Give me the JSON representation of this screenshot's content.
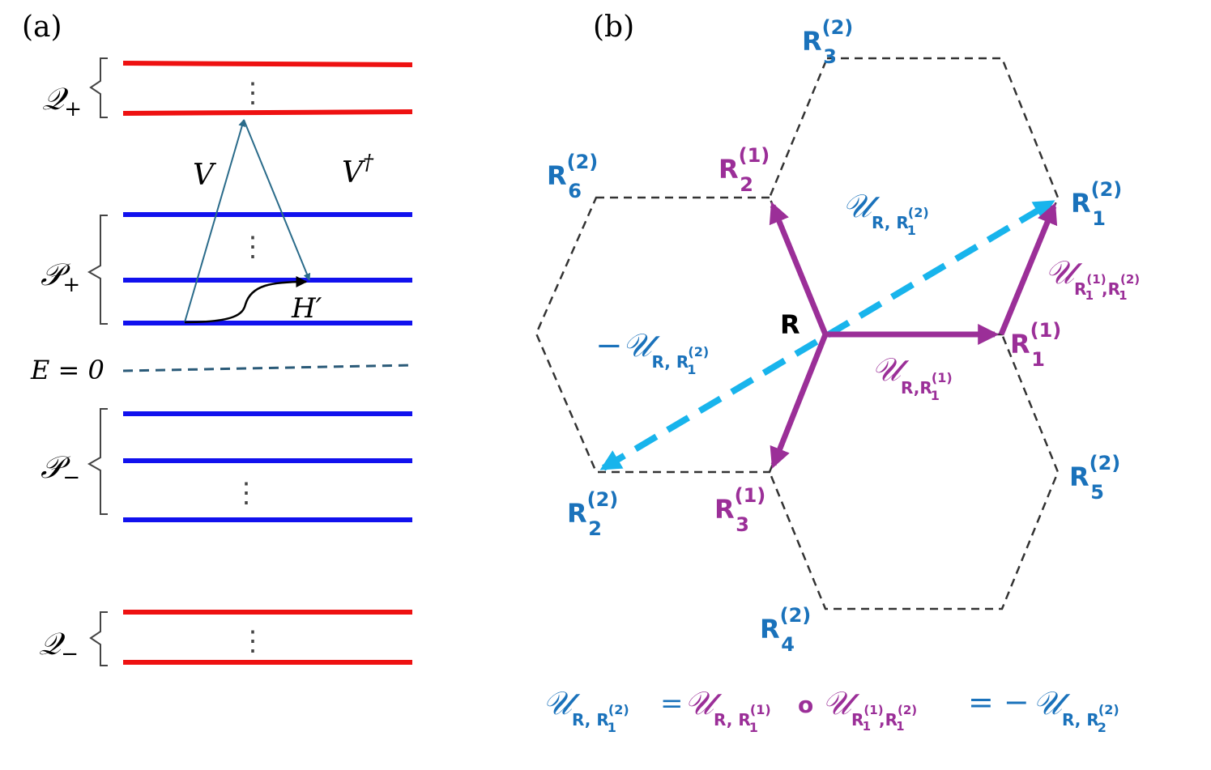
{
  "colors": {
    "red_level": "#ee1111",
    "blue_level": "#1111ee",
    "zero_line": "#2a5a78",
    "transition_arrow": "#2a6b8a",
    "purple": "#9b2f98",
    "light_blue": "#18b4ec",
    "dark_blue": "#1a72bb",
    "hexagon": "#333333",
    "black": "#000000"
  },
  "panel_a": {
    "label": "(a)",
    "groups": [
      {
        "id": "q-plus",
        "label": "𝒬",
        "sub": "+"
      },
      {
        "id": "p-plus",
        "label": "𝒫",
        "sub": "+"
      },
      {
        "id": "p-minus",
        "label": "𝒫",
        "sub": "−"
      },
      {
        "id": "q-minus",
        "label": "𝒬",
        "sub": "−"
      }
    ],
    "zero_label": "E = 0",
    "v_label": "V",
    "vdag_label": "V",
    "vdag_sup": "†",
    "hprime_label": "H′",
    "ellipsis": "⋮"
  },
  "panel_b": {
    "label": "(b)",
    "center_label": "R",
    "site_base": "R",
    "second_shell": [
      {
        "id": "r1-2",
        "sub": "1",
        "sup": "(2)"
      },
      {
        "id": "r2-2",
        "sub": "2",
        "sup": "(2)"
      },
      {
        "id": "r3-2",
        "sub": "3",
        "sup": "(2)"
      },
      {
        "id": "r4-2",
        "sub": "4",
        "sup": "(2)"
      },
      {
        "id": "r5-2",
        "sub": "5",
        "sup": "(2)"
      },
      {
        "id": "r6-2",
        "sub": "6",
        "sup": "(2)"
      }
    ],
    "first_shell": [
      {
        "id": "r1-1",
        "sub": "1",
        "sup": "(1)"
      },
      {
        "id": "r2-1",
        "sub": "2",
        "sup": "(1)"
      },
      {
        "id": "r3-1",
        "sub": "3",
        "sup": "(1)"
      }
    ],
    "u_symbol": "𝒰",
    "minus": "−",
    "labels": {
      "u_r_r12": {
        "sub": "R, R",
        "subsub": "1",
        "subsup": "(2)"
      },
      "u_r11_r12": {
        "sub": "R",
        "sub2": "(1)",
        "sub3": "1",
        "mid": ",R",
        "sub4": "1",
        "sub5": "(2)"
      },
      "minus_u_r_r12": {
        "sub": "R, R",
        "subsub": "1",
        "subsup": "(2)"
      },
      "u_r_r11": {
        "sub": "R,R",
        "subsub": "1",
        "subsup": "(1)"
      }
    },
    "equation": {
      "lhs_sub": "R, R",
      "lhs_subsub": "1",
      "lhs_subsup": "(2)",
      "eq": "=",
      "t1_sub": "R, R",
      "t1_subsub": "1",
      "t1_subsup": "(1)",
      "compose": "o",
      "t2_sub_a": "R",
      "t2_sub_a_sup": "(1)",
      "t2_sub_a_sub": "1",
      "t2_sub_b": ",R",
      "t2_sub_b_sup": "(2)",
      "t2_sub_b_sub": "1",
      "eq2": "= −",
      "rhs_sub": "R, R",
      "rhs_subsub": "2",
      "rhs_subsup": "(2)"
    }
  }
}
